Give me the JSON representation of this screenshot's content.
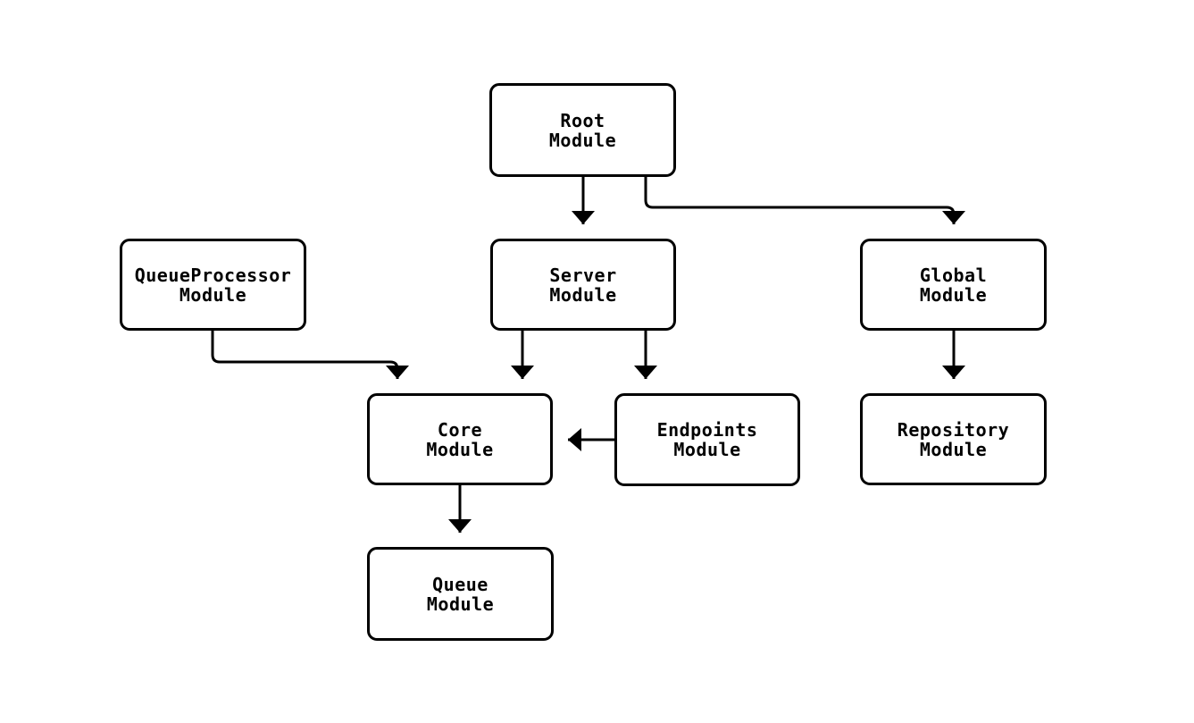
{
  "diagram": {
    "type": "module-dependency-flowchart",
    "colors": {
      "background": "#ffffff",
      "node_fill": "#ffffff",
      "node_border": "#000000",
      "edge_stroke": "#000000",
      "text": "#000000"
    },
    "nodes": [
      {
        "id": "root",
        "label": "Root\nModule"
      },
      {
        "id": "queueprocessor",
        "label": "QueueProcessor\nModule"
      },
      {
        "id": "server",
        "label": "Server\nModule"
      },
      {
        "id": "global",
        "label": "Global\nModule"
      },
      {
        "id": "core",
        "label": "Core\nModule"
      },
      {
        "id": "endpoints",
        "label": "Endpoints\nModule"
      },
      {
        "id": "repository",
        "label": "Repository\nModule"
      },
      {
        "id": "queue",
        "label": "Queue\nModule"
      }
    ],
    "edges": [
      {
        "from": "root",
        "to": "server"
      },
      {
        "from": "root",
        "to": "global"
      },
      {
        "from": "queueprocessor",
        "to": "core"
      },
      {
        "from": "server",
        "to": "core"
      },
      {
        "from": "server",
        "to": "endpoints"
      },
      {
        "from": "endpoints",
        "to": "core"
      },
      {
        "from": "global",
        "to": "repository"
      },
      {
        "from": "core",
        "to": "queue"
      }
    ]
  }
}
